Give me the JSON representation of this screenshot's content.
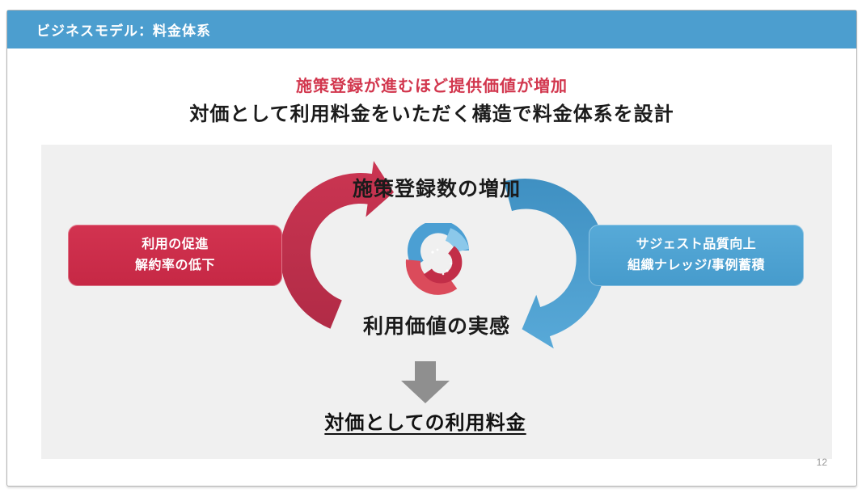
{
  "slide": {
    "header": {
      "title": "ビジネスモデル：料金体系"
    },
    "headline": {
      "emphasis": "施策登録が進むほど提供価値が増加",
      "subtitle": "対価として利用料金をいただく構造で料金体系を設計"
    },
    "cycle": {
      "top_label": "施策登録数の増加",
      "bottom_label": "利用価値の実感",
      "left_box": {
        "line1": "利用の促進",
        "line2": "解約率の低下"
      },
      "right_box": {
        "line1": "サジェスト品質向上",
        "line2": "組織ナレッジ/事例蓄積"
      }
    },
    "conclusion": {
      "label": "対価としての利用料金"
    },
    "page_number": "12",
    "colors": {
      "header_blue": "#4c9ecf",
      "title_red": "#d2374e",
      "box_red": "#ce2b4a",
      "box_blue": "#4fa3d3",
      "arrow_red": "#c03049",
      "arrow_blue": "#4c9fd0",
      "arrow_gray": "#8f8f8f",
      "panel_gray": "#f0f0f0"
    }
  }
}
